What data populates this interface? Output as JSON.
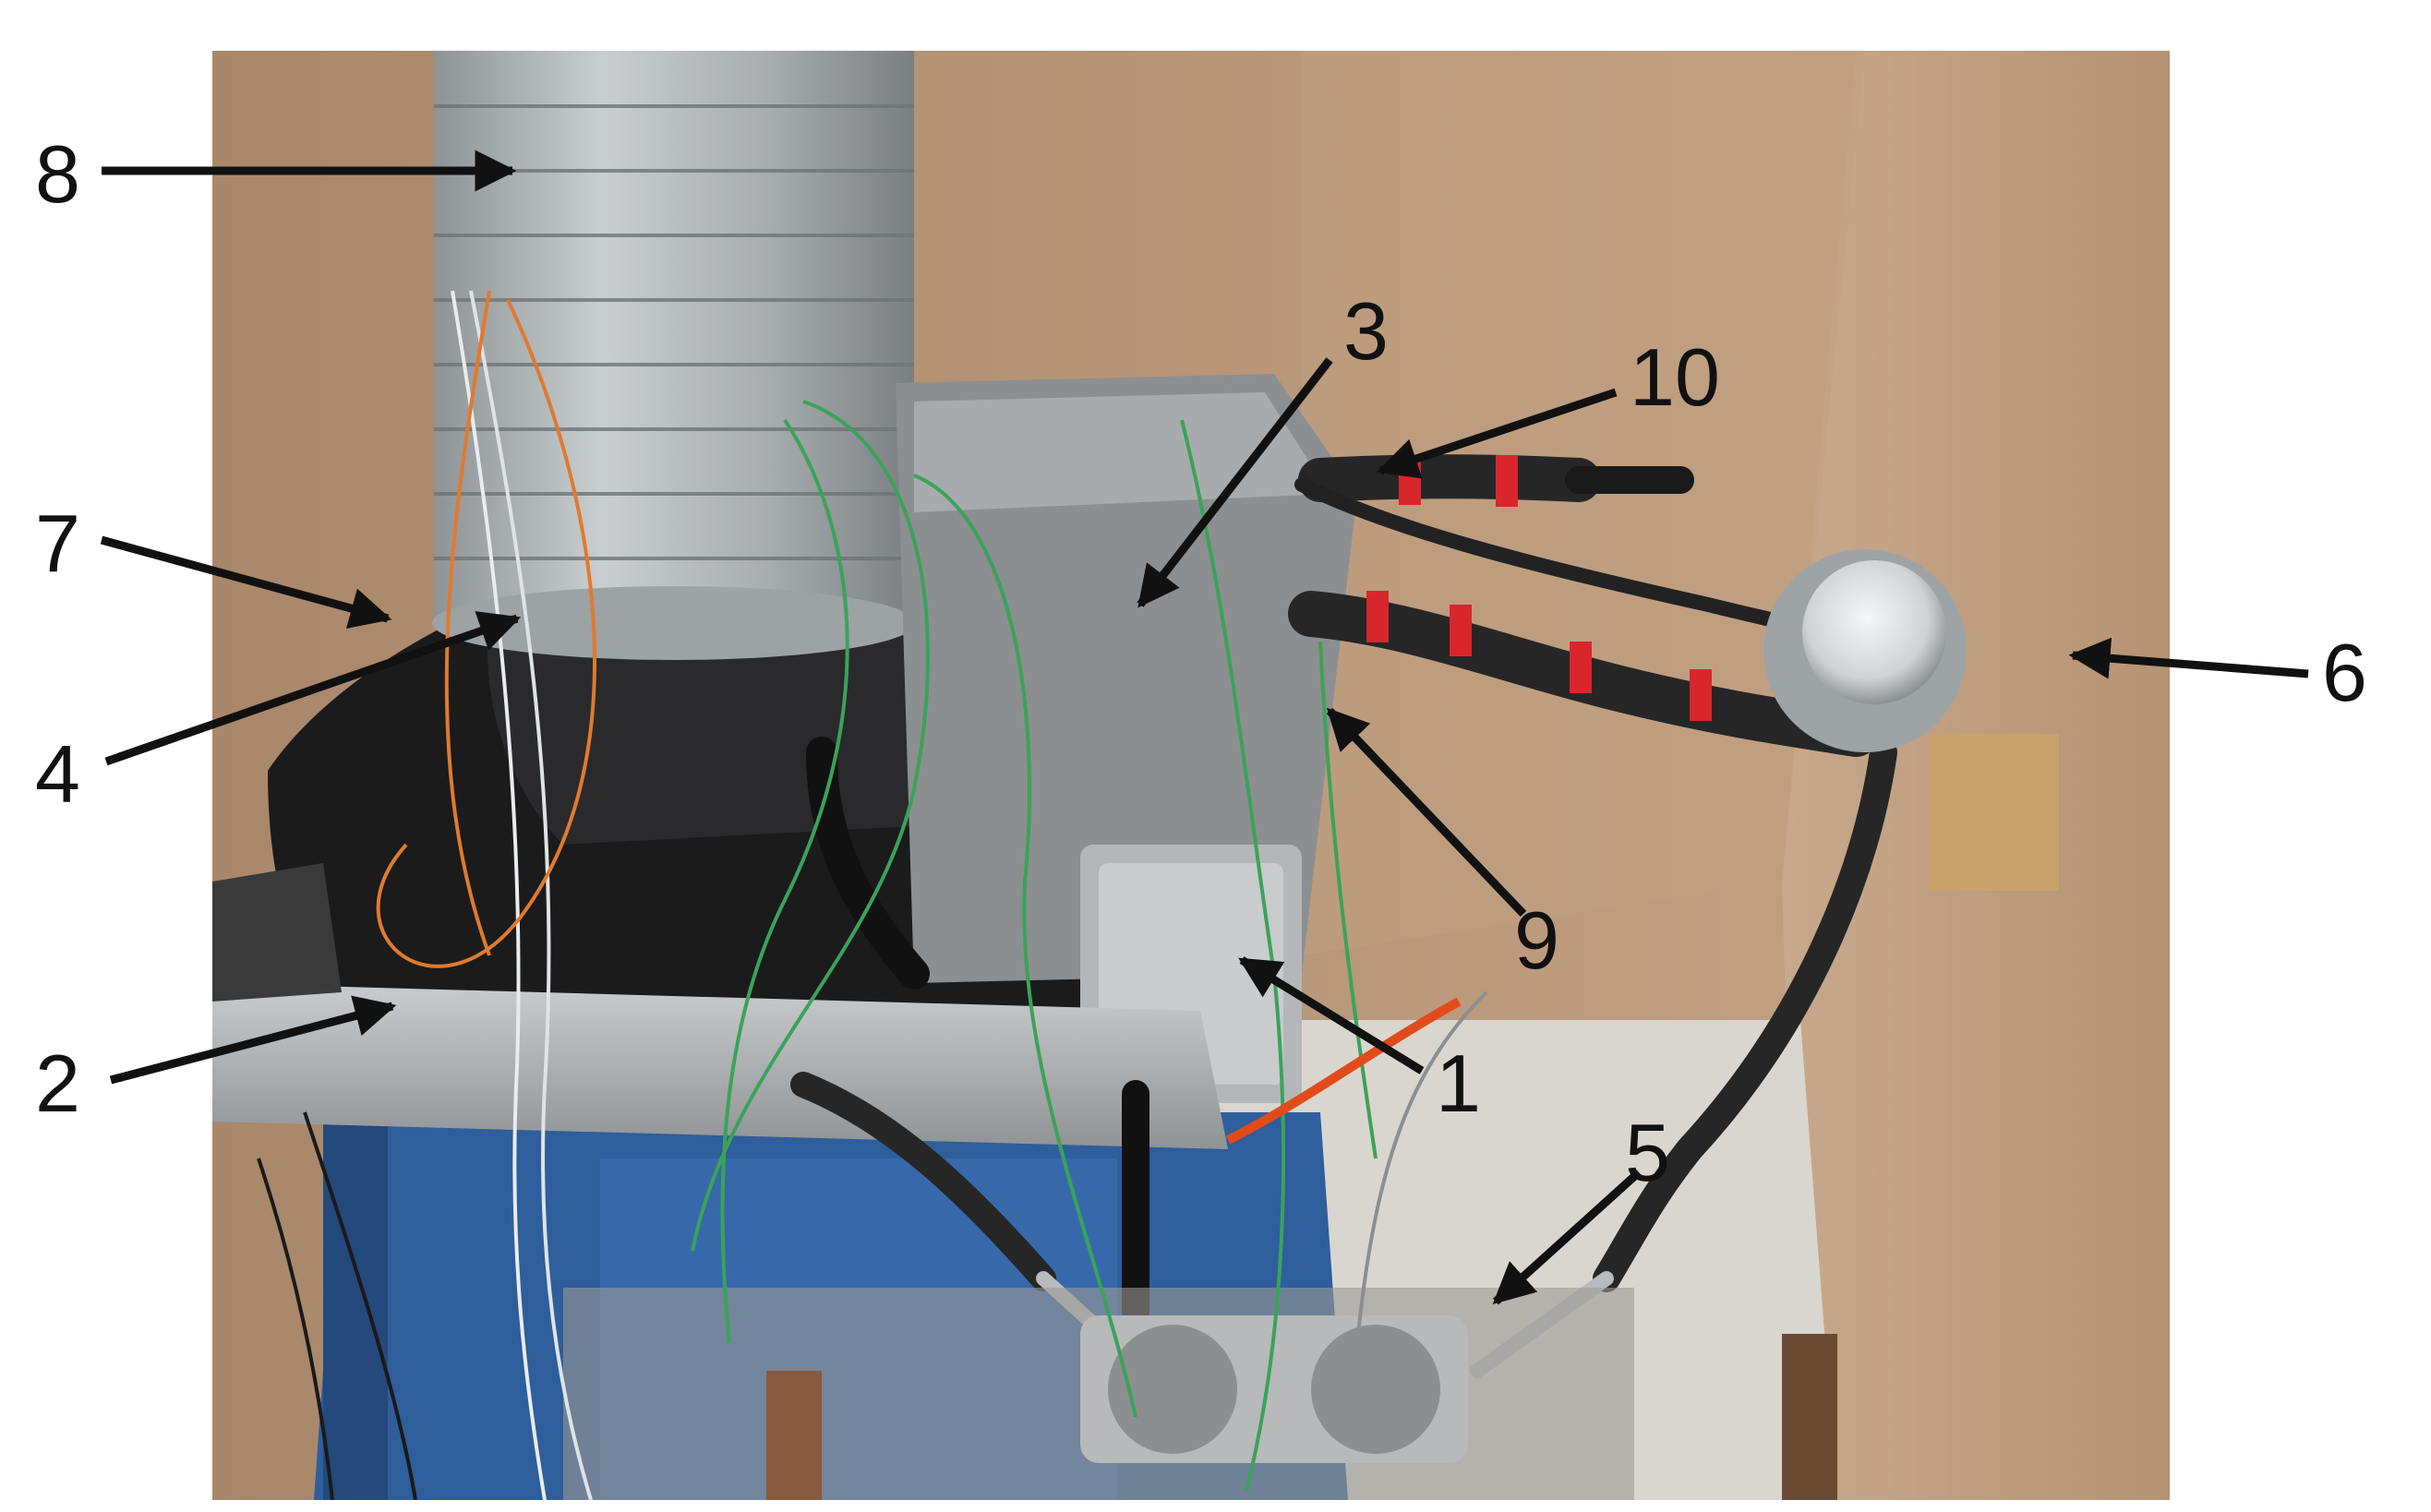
{
  "figure": {
    "background": "#ffffff",
    "arrow_color": "#111111",
    "callouts": [
      {
        "id": "c1",
        "label": "1"
      },
      {
        "id": "c2",
        "label": "2"
      },
      {
        "id": "c3",
        "label": "3"
      },
      {
        "id": "c4",
        "label": "4"
      },
      {
        "id": "c5",
        "label": "5"
      },
      {
        "id": "c6",
        "label": "6"
      },
      {
        "id": "c7",
        "label": "7"
      },
      {
        "id": "c8",
        "label": "8"
      },
      {
        "id": "c9",
        "label": "9"
      },
      {
        "id": "c10",
        "label": "10"
      }
    ]
  }
}
